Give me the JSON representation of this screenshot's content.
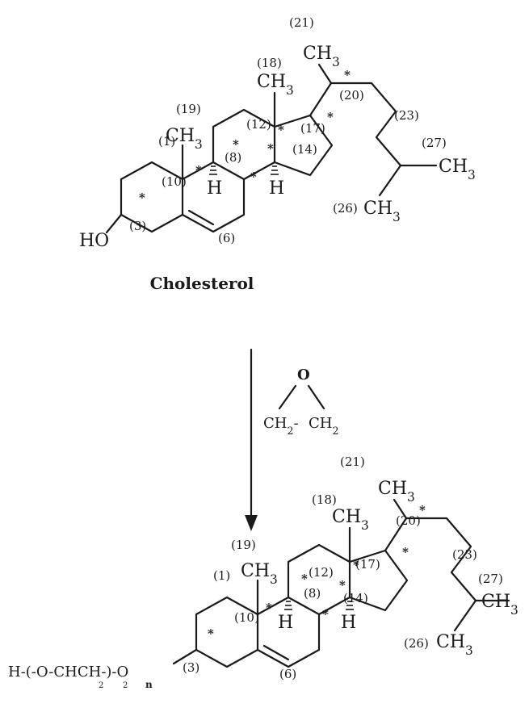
{
  "cholesterol": {
    "name": "Cholesterol",
    "groups": {
      "ch3_21": "CH3",
      "ch3_18": "CH3",
      "ch3_19": "CH3",
      "ch3_27": "CH3",
      "ch3_26": "CH3",
      "ho": "HO",
      "h9": "H",
      "h14": "H"
    },
    "locants": {
      "n21": "(21)",
      "n18": "(18)",
      "n19": "(19)",
      "n1": "(1)",
      "n10": "(10)",
      "n12": "(12)",
      "n8": "(8)",
      "n17": "(17)",
      "n14": "(14)",
      "n20": "(20)",
      "n23": "(23)",
      "n27": "(27)",
      "n26": "(26)",
      "n3": "(3)",
      "n6": "(6)"
    }
  },
  "reagent": {
    "oxygen": "O",
    "ch2_left": "CH2-",
    "ch2_right": "CH2"
  },
  "product": {
    "chain_prefix": "H-(-O-CHCH-)-O",
    "chain_sub_left": "2",
    "chain_sub_right": "2",
    "chain_n": "n",
    "groups": {
      "ch3_21": "CH3",
      "ch3_18": "CH3",
      "ch3_19": "CH3",
      "ch3_27": "CH3",
      "ch3_26": "CH3",
      "h9": "H",
      "h14": "H"
    },
    "locants": {
      "n21": "(21)",
      "n18": "(18)",
      "n19": "(19)",
      "n1": "(1)",
      "n10": "(10)",
      "n12": "(12)",
      "n8": "(8)",
      "n17": "(17)",
      "n14": "(14)",
      "n20": "(20)",
      "n23": "(23)",
      "n27": "(27)",
      "n26": "(26)",
      "n3": "(3)",
      "n6": "(6)"
    }
  }
}
